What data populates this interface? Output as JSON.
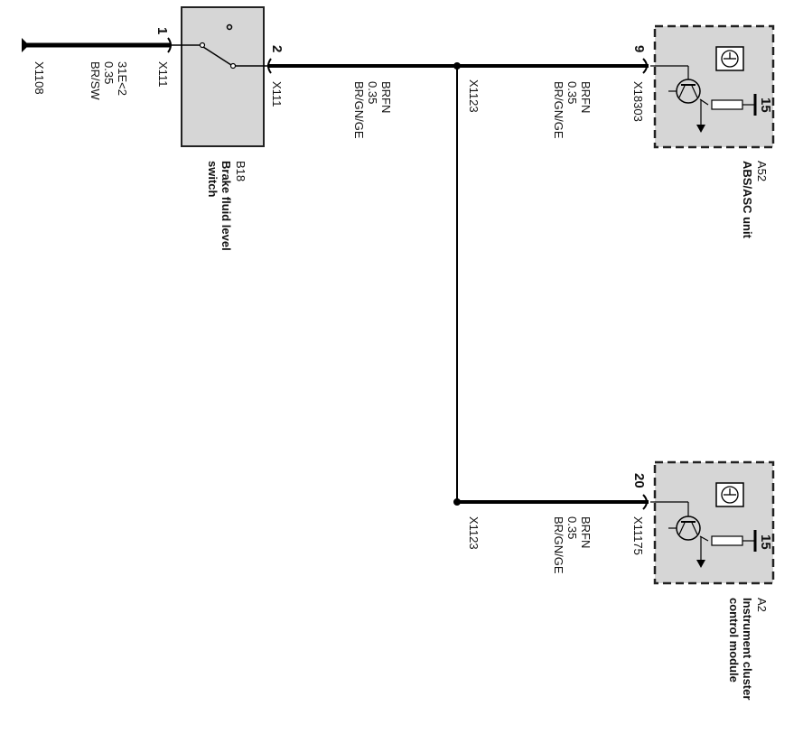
{
  "connectors": {
    "x1108": "X1108",
    "x111_left": "X111",
    "x111_right": "X111",
    "x1123_top": "X1123",
    "x1123_bottom": "X1123",
    "x18303": "X18303",
    "x11175": "X11175"
  },
  "pins": {
    "b18_1": "1",
    "b18_2": "2",
    "a52_9": "9",
    "a52_15": "15",
    "a2_20": "20",
    "a2_15": "15"
  },
  "wires": {
    "ground_wire": {
      "ref": "31E<2",
      "size": "0.35",
      "color": "BR/SW"
    },
    "wire_b18_splice": {
      "func": "BRFN",
      "size": "0.35",
      "color": "BR/GN/GE"
    },
    "wire_splice_a52": {
      "func": "BRFN",
      "size": "0.35",
      "color": "BR/GN/GE"
    },
    "wire_splice_a2": {
      "func": "BRFN",
      "size": "0.35",
      "color": "BR/GN/GE"
    }
  },
  "components": {
    "b18": {
      "id": "B18",
      "line1": "Brake fluid level",
      "line2": "switch"
    },
    "a52": {
      "id": "A52",
      "line1": "ABS/ASC unit"
    },
    "a2": {
      "id": "A2",
      "line1": "Instrument cluster",
      "line2": "control module"
    }
  },
  "colors": {
    "wire": "#000000",
    "component_fill": "#d6d6d6",
    "outline": "#222222"
  }
}
